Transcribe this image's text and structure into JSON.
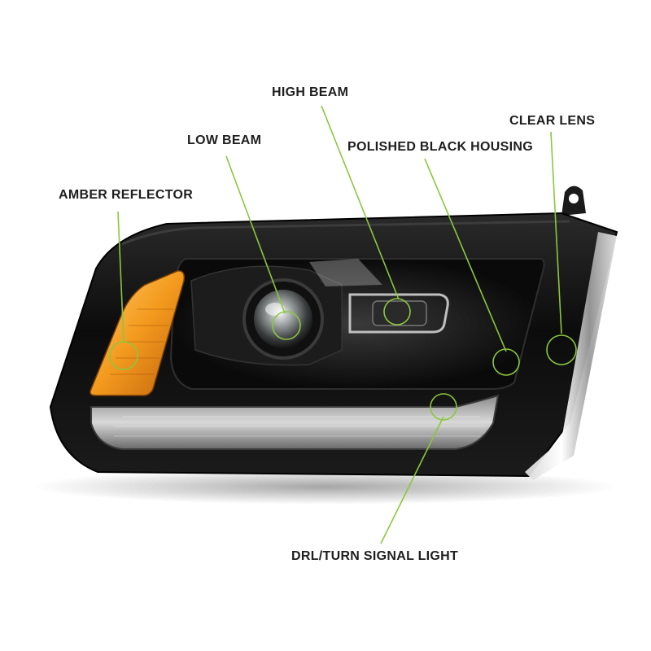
{
  "labels": {
    "high_beam": "HIGH BEAM",
    "clear_lens": "CLEAR LENS",
    "low_beam": "LOW BEAM",
    "polished_black_housing": "POLISHED BLACK HOUSING",
    "amber_reflector": "AMBER REFLECTOR",
    "drl_turn_signal": "DRL/TURN SIGNAL LIGHT"
  },
  "colors": {
    "callout_line": "#8cc63f",
    "housing": "#111111",
    "amber": "#f39a1e",
    "label_text": "#1e1e1e"
  }
}
